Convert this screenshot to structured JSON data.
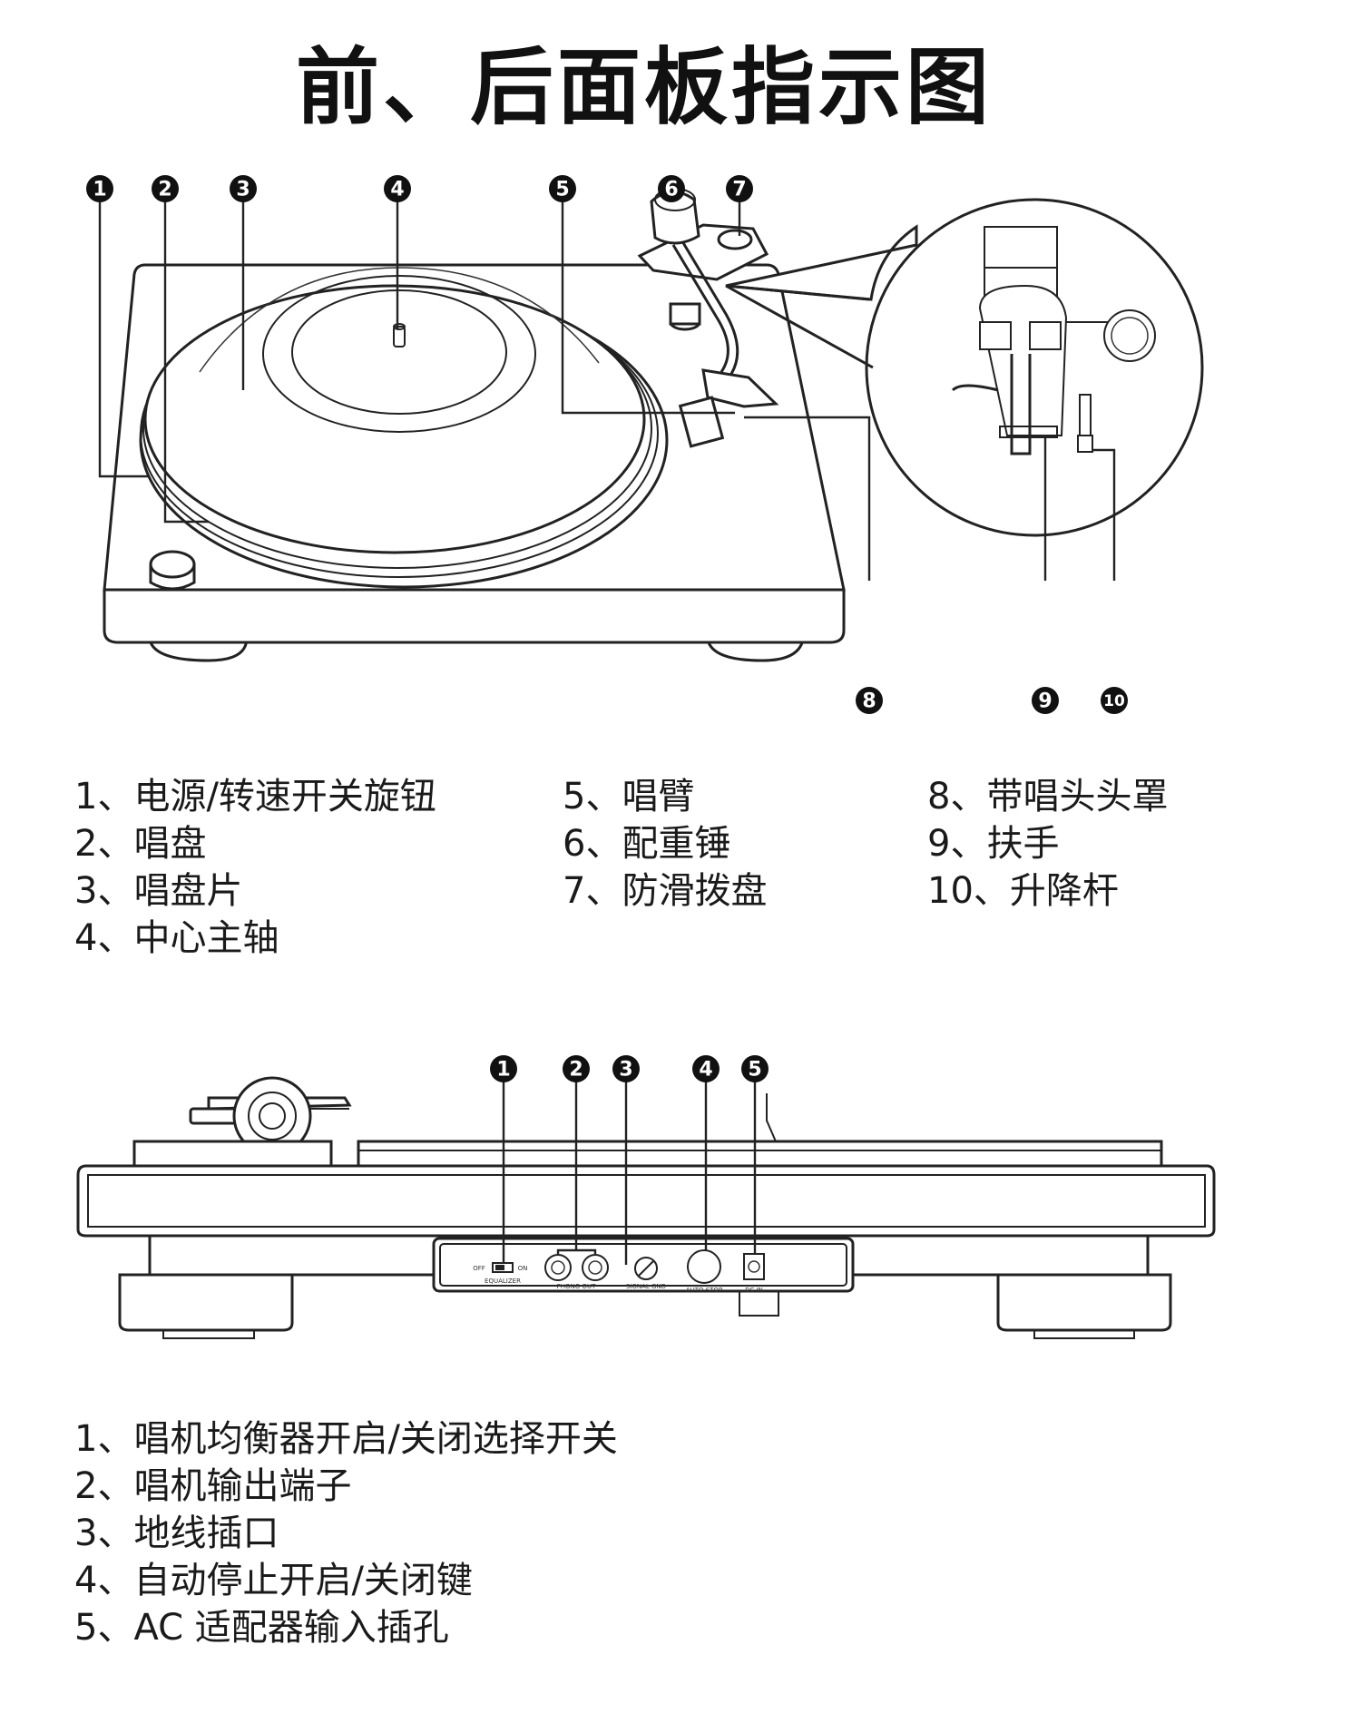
{
  "title": "前、后面板指示图",
  "front": {
    "badges": [
      "1",
      "2",
      "3",
      "4",
      "5",
      "6",
      "7",
      "8",
      "9",
      "10"
    ],
    "columns": [
      [
        "1、电源/转速开关旋钮",
        "2、唱盘",
        "3、唱盘片",
        "4、中心主轴"
      ],
      [
        "5、唱臂",
        "6、配重锤",
        "7、防滑拨盘"
      ],
      [
        "8、带唱头头罩",
        "9、扶手",
        "10、升降杆"
      ]
    ]
  },
  "rear": {
    "badges": [
      "1",
      "2",
      "3",
      "4",
      "5"
    ],
    "panel_labels": {
      "off": "OFF",
      "on": "ON",
      "equalizer": "EQUALIZER",
      "phono_out": "PHONO OUT",
      "signal_gnd": "SIGNAL GND",
      "auto_stop": "AUTO STOP",
      "dc_in": "DC IN"
    },
    "items": [
      "1、唱机均衡器开启/关闭选择开关",
      "2、唱机输出端子",
      "3、地线插口",
      "4、自动停止开启/关闭键",
      "5、AC 适配器输入插孔"
    ]
  }
}
